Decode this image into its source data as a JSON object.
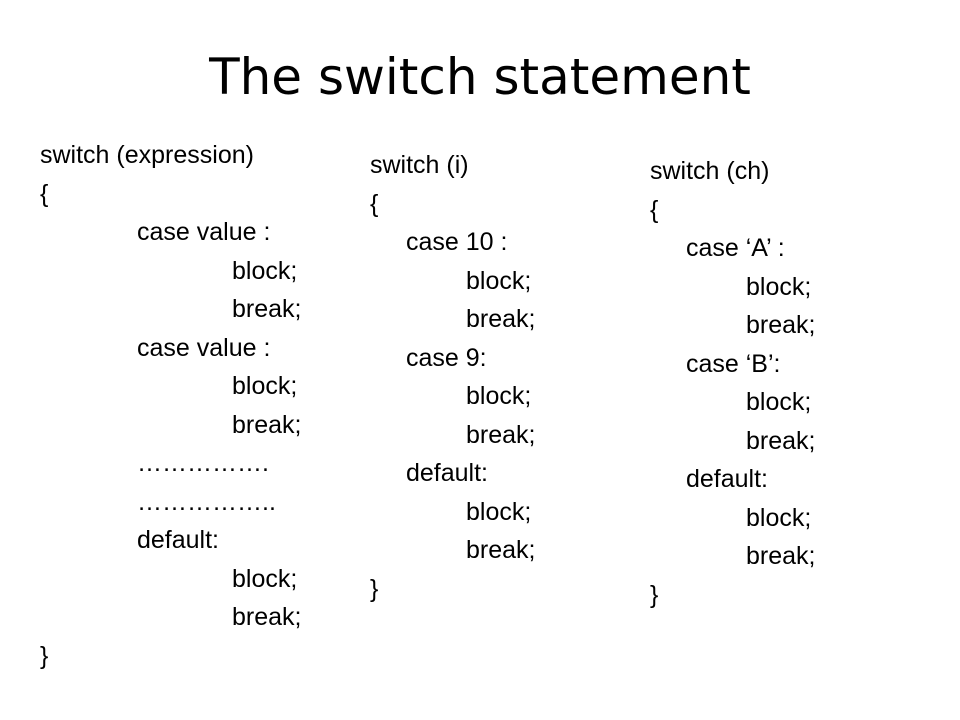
{
  "slide": {
    "title": "The switch statement"
  },
  "blocks": {
    "generic": [
      "switch (expression)",
      "{",
      "case value :",
      "block;",
      "break;",
      "case value :",
      "block;",
      "break;",
      "…………….",
      "……………..",
      "default:",
      "block;",
      "break;",
      "}"
    ],
    "int_example": [
      "switch (i)",
      "{",
      "case 10 :",
      "block;",
      "break;",
      "case 9:",
      "block;",
      "break;",
      "default:",
      "block;",
      "break;",
      "}"
    ],
    "char_example": [
      "switch (ch)",
      "{",
      "case ‘A’ :",
      "block;",
      "break;",
      "case ‘B’:",
      "block;",
      "break;",
      "default:",
      "block;",
      "break;",
      "}"
    ]
  }
}
